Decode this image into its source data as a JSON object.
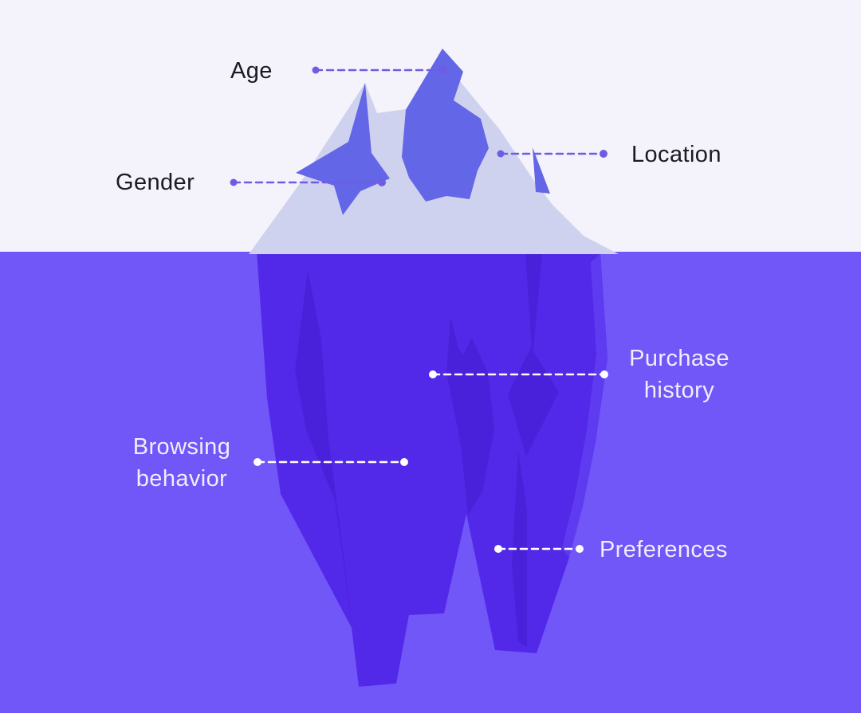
{
  "diagram": {
    "type": "iceberg-infographic",
    "labels": {
      "age": {
        "text": "Age",
        "zone": "above-water"
      },
      "gender": {
        "text": "Gender",
        "zone": "above-water"
      },
      "location": {
        "text": "Location",
        "zone": "above-water"
      },
      "purchase_history": {
        "text": "Purchase history",
        "zone": "below-water"
      },
      "browsing_behavior": {
        "text": "Browsing behavior",
        "zone": "below-water"
      },
      "preferences": {
        "text": "Preferences",
        "zone": "below-water"
      }
    },
    "colors": {
      "sky": "#F4F3FB",
      "water": "#7156F8",
      "iceberg_above_light": "#CED2EE",
      "iceberg_above_shadow": "#6366E6",
      "iceberg_below_main": "#5329E9",
      "iceberg_below_shadow": "#4A21DA",
      "iceberg_below_edge": "#5E3AF1",
      "connector_above": "#6F5CE4",
      "connector_below": "#FFFFFF",
      "text_above": "#1A1A23",
      "text_below": "#F0EEFC"
    }
  }
}
